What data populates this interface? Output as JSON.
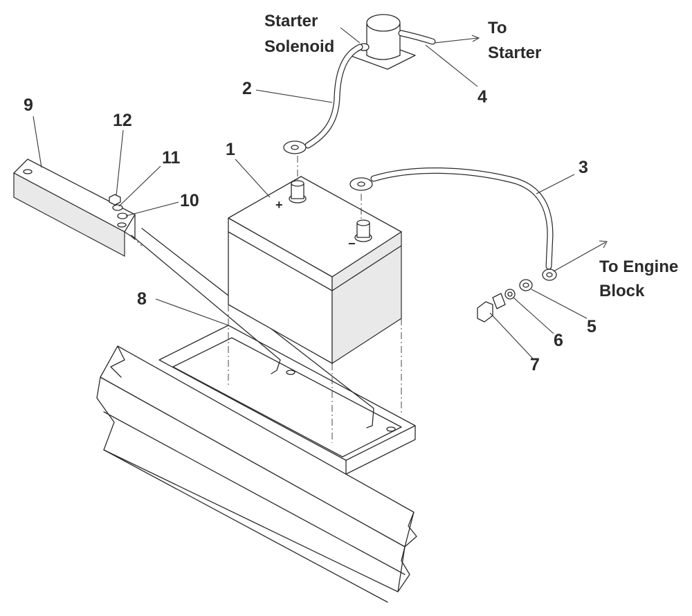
{
  "callouts": {
    "c1": "1",
    "c2": "2",
    "c3": "3",
    "c4": "4",
    "c5": "5",
    "c6": "6",
    "c7": "7",
    "c8": "8",
    "c9": "9",
    "c10": "10",
    "c11": "11",
    "c12": "12"
  },
  "notes": {
    "starter_solenoid_line1": "Starter",
    "starter_solenoid_line2": "Solenoid",
    "to_starter_line1": "To",
    "to_starter_line2": "Starter",
    "to_engine_block_line1": "To Engine",
    "to_engine_block_line2": "Block"
  },
  "battery": {
    "positive_symbol": "+",
    "negative_symbol": "−"
  }
}
